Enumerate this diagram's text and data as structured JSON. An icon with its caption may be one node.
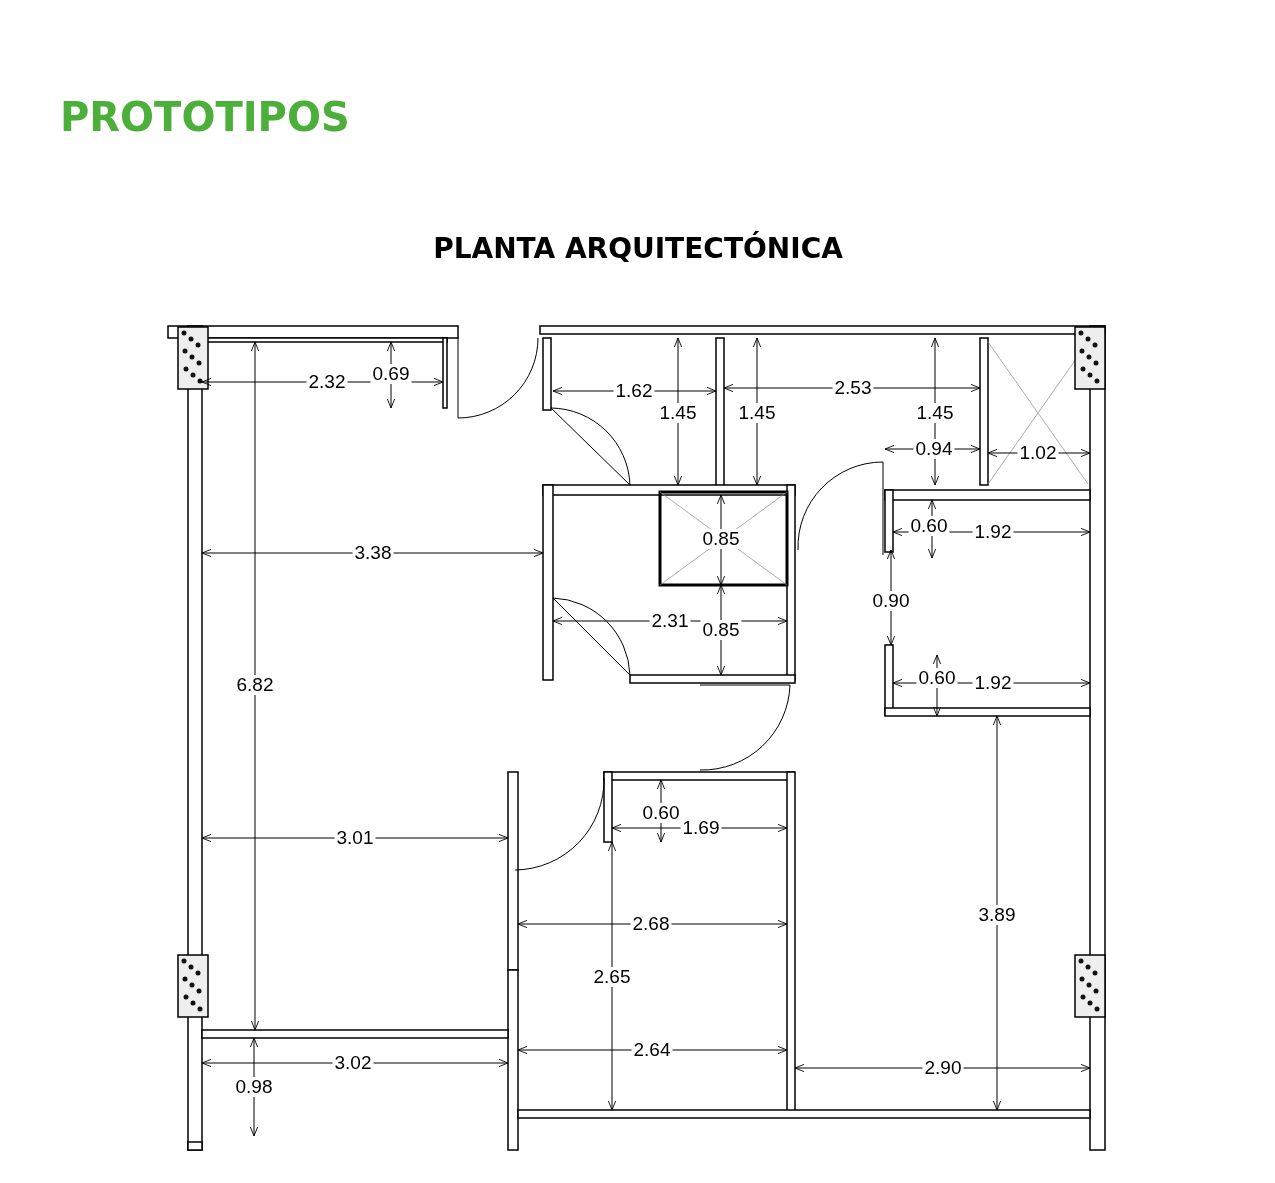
{
  "diagram": {
    "title": "PROTOTIPOS",
    "labels": [
      "PLANTA ARQUITECTÓNICA",
      "2.32",
      "0.69",
      "1.62",
      "2.53",
      "1.45",
      "1.45",
      "1.45",
      "0.94",
      "1.02",
      "0.60",
      "1.92",
      "0.85",
      "3.38",
      "0.90",
      "2.31",
      "0.85",
      "6.82",
      "0.60",
      "1.92",
      "0.60",
      "1.69",
      "3.01",
      "3.89",
      "2.68",
      "2.65",
      "2.64",
      "3.02",
      "2.90",
      "0.98"
    ]
  }
}
